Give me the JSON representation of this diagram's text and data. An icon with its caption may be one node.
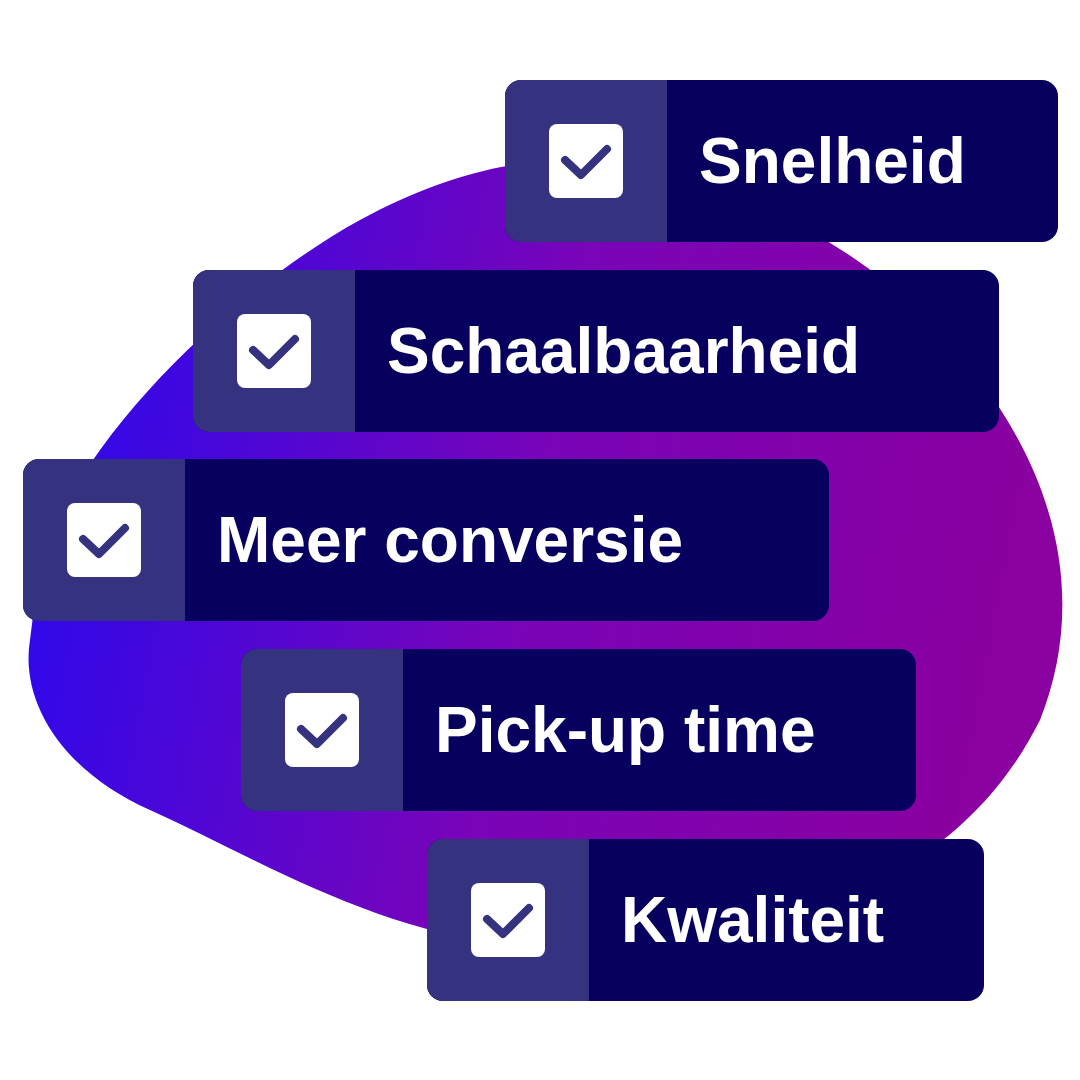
{
  "diagram": {
    "nodes": [
      {
        "text": [
          "Snelheid"
        ]
      },
      {
        "text": [
          "Schaalbaarheid"
        ]
      },
      {
        "text": [
          "Meer conversie"
        ]
      },
      {
        "text": [
          "Pick-up time"
        ]
      },
      {
        "text": [
          "Kwaliteit"
        ]
      }
    ]
  }
}
